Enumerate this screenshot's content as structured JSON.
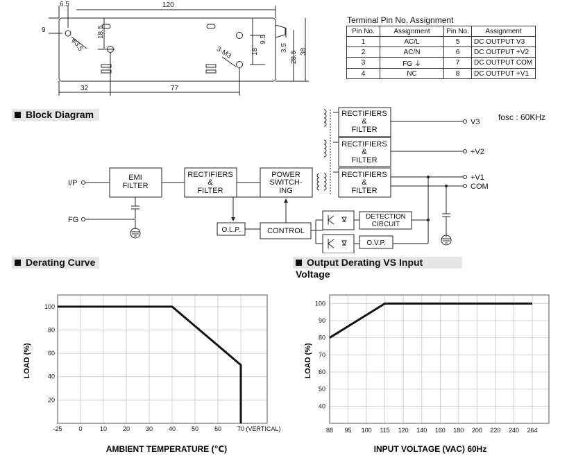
{
  "mechanical": {
    "dims": {
      "d6_5": "6.5",
      "d120": "120",
      "d9": "9",
      "d18_5": "18.5",
      "hole": "φ3.5",
      "d9_5": "9.5",
      "d18": "18",
      "d3_5": "3.5",
      "d28_5": "28.5",
      "d38": "38",
      "screw": "3-M3",
      "d32": "32",
      "d77": "77"
    }
  },
  "pin_table": {
    "title": "Terminal Pin No.  Assignment",
    "headers": [
      "Pin No.",
      "Assignment",
      "Pin No.",
      "Assignment"
    ],
    "rows": [
      {
        "pin_a": "1",
        "assign_a": "AC/L",
        "pin_b": "5",
        "assign_b": "DC OUTPUT V3"
      },
      {
        "pin_a": "2",
        "assign_a": "AC/N",
        "pin_b": "6",
        "assign_b": "DC OUTPUT +V2"
      },
      {
        "pin_a": "3",
        "assign_a": "FG ⏚",
        "pin_b": "7",
        "assign_b": "DC OUTPUT COM"
      },
      {
        "pin_a": "4",
        "assign_a": "NC",
        "pin_b": "8",
        "assign_b": "DC OUTPUT +V1"
      }
    ]
  },
  "sections": {
    "block_diagram": "Block Diagram",
    "derating_curve": "Derating Curve",
    "output_derating": "Output Derating VS Input Voltage"
  },
  "block_diagram": {
    "fosc": "fosc : 60KHz",
    "ip": "I/P",
    "fg": "FG",
    "emi": [
      "EMI",
      "FILTER"
    ],
    "rect": [
      "RECTIFIERS",
      "&",
      "FILTER"
    ],
    "power": [
      "POWER",
      "SWITCH-",
      "ING"
    ],
    "olp": "O.L.P.",
    "control": "CONTROL",
    "detection": [
      "DETECTION",
      "CIRCUIT"
    ],
    "ovp": "O.V.P.",
    "v3": "V3",
    "v2": "+V2",
    "v1": "+V1",
    "com": "COM"
  },
  "chart_data": [
    {
      "type": "line",
      "title": "",
      "xlabel": "AMBIENT TEMPERATURE (℃)",
      "ylabel": "LOAD (%)",
      "x_ticks": [
        "-25",
        "0",
        "10",
        "20",
        "30",
        "40",
        "50",
        "60",
        "70 (VERTICAL)"
      ],
      "y_ticks": [
        "100",
        "80",
        "60",
        "40",
        "20"
      ],
      "xlim": [
        -25,
        80
      ],
      "ylim": [
        0,
        110
      ],
      "grid": true,
      "series": [
        {
          "x": [
            -25,
            40,
            70,
            70
          ],
          "y": [
            100,
            100,
            50,
            0
          ]
        }
      ]
    },
    {
      "type": "line",
      "title": "",
      "xlabel": "INPUT VOLTAGE (VAC) 60Hz",
      "ylabel": "LOAD (%)",
      "x_ticks": [
        "88",
        "95",
        "100",
        "115",
        "120",
        "140",
        "160",
        "180",
        "200",
        "220",
        "240",
        "264"
      ],
      "y_ticks": [
        "100",
        "90",
        "80",
        "70",
        "60",
        "50",
        "40"
      ],
      "ylim": [
        30,
        105
      ],
      "grid": true,
      "series": [
        {
          "x": [
            "88",
            "115",
            "264"
          ],
          "y": [
            80,
            100,
            100
          ]
        }
      ]
    }
  ]
}
